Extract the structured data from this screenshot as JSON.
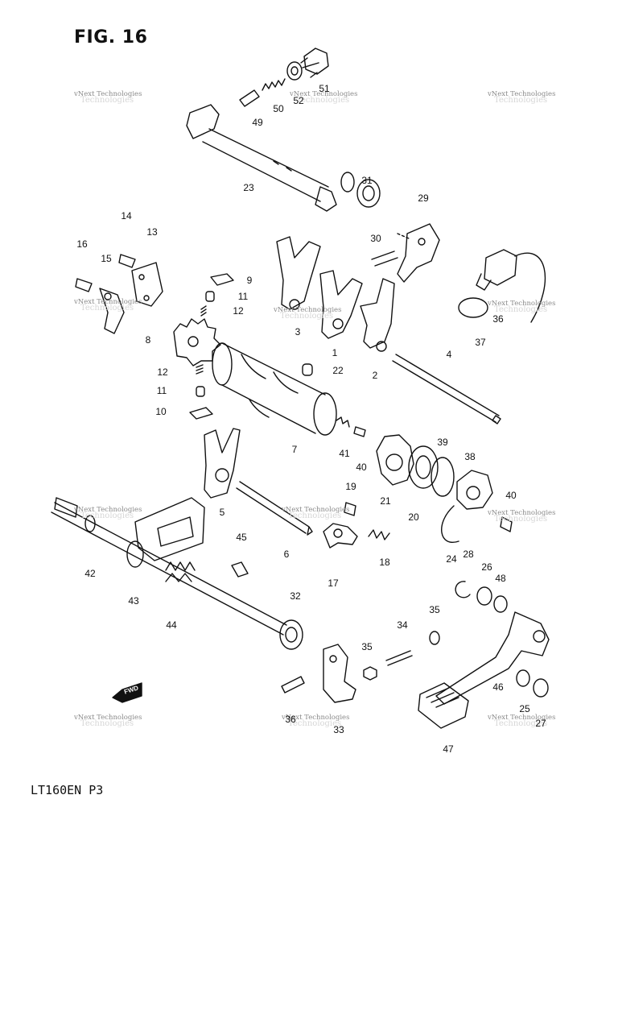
{
  "figure": {
    "title": "FIG. 16",
    "model": "LT160EN  P3",
    "fwd_label": "FWD"
  },
  "watermark": {
    "line1": "vNext Technologies",
    "line2": "Technologies"
  },
  "part_labels": [
    "1",
    "2",
    "3",
    "4",
    "5",
    "6",
    "7",
    "8",
    "9",
    "10",
    "11",
    "11",
    "12",
    "12",
    "13",
    "14",
    "15",
    "16",
    "17",
    "18",
    "19",
    "20",
    "21",
    "22",
    "23",
    "24",
    "25",
    "26",
    "27",
    "28",
    "29",
    "30",
    "31",
    "32",
    "33",
    "34",
    "35",
    "35",
    "36",
    "36",
    "37",
    "38",
    "39",
    "40",
    "40",
    "41",
    "42",
    "43",
    "44",
    "45",
    "46",
    "47",
    "48",
    "49",
    "50",
    "51",
    "52"
  ]
}
